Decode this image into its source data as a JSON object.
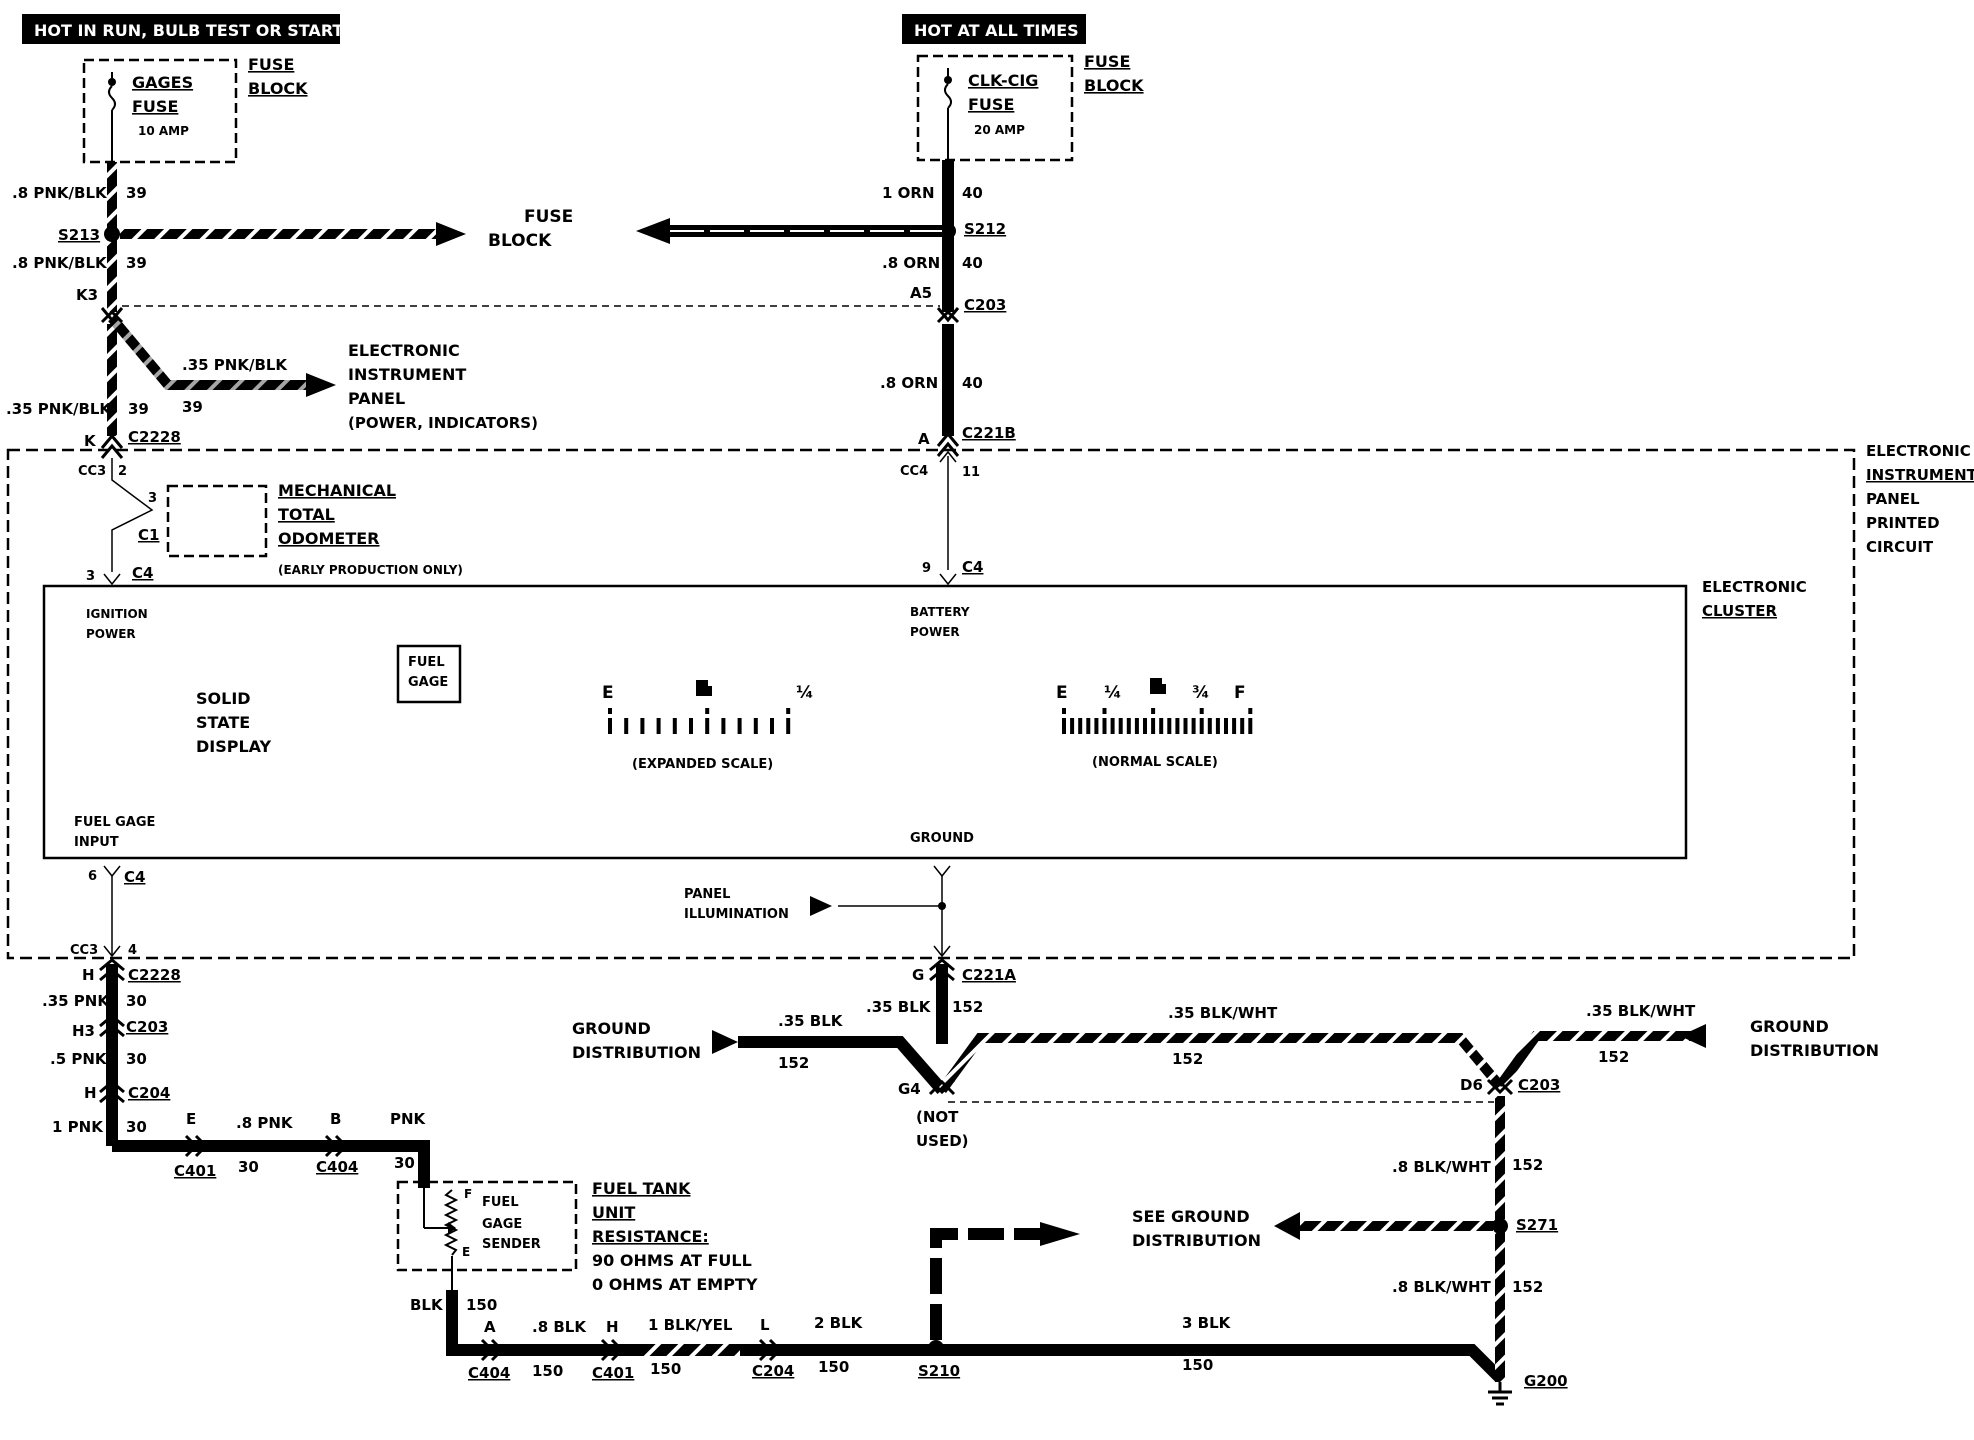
{
  "banners": {
    "left": "HOT IN RUN, BULB TEST OR START",
    "right": "HOT AT ALL TIMES"
  },
  "fuses": {
    "gages": {
      "name1": "GAGES",
      "name2": "FUSE",
      "rating": "10 AMP",
      "block1": "FUSE",
      "block2": "BLOCK"
    },
    "clkcig": {
      "name1": "CLK-CIG",
      "name2": "FUSE",
      "rating": "20 AMP",
      "block1": "FUSE",
      "block2": "BLOCK"
    }
  },
  "splices": {
    "s213": "S213",
    "s212": "S212",
    "s271": "S271",
    "s210": "S210"
  },
  "connectors": {
    "c203": "C203",
    "c2228": "C2228",
    "c221b": "C221B",
    "c221a": "C221A",
    "c204": "C204",
    "c401": "C401",
    "c404": "C404",
    "c4": "C4",
    "c1": "C1"
  },
  "pins": {
    "k3": "K3",
    "a5": "A5",
    "k": "K",
    "a": "A",
    "cc3": "CC3",
    "cc4": "CC4",
    "p2": "2",
    "p3": "3",
    "p9": "9",
    "p11": "11",
    "p6": "6",
    "p4": "4",
    "h": "H",
    "h3": "H3",
    "g": "G",
    "g4": "G4",
    "d6": "D6",
    "e": "E",
    "b": "B",
    "ha": "H",
    "l": "L",
    "aa": "A",
    "ftf": "F",
    "fte": "E"
  },
  "wires": {
    "pnkblk8": ".8 PNK/BLK",
    "pnkblk35": ".35 PNK/BLK",
    "c39": "39",
    "orn1": "1 ORN",
    "orn8": ".8 ORN",
    "c40": "40",
    "pnk35": ".35 PNK",
    "pnk5": ".5 PNK",
    "pnk1": "1 PNK",
    "pnk8": ".8 PNK",
    "pnk": "PNK",
    "c30": "30",
    "blk35a": ".35 BLK",
    "blk35b": ".35  BLK",
    "blkwht35": ".35 BLK/WHT",
    "c152": "152",
    "blkwht8": ".8 BLK/WHT",
    "blk": "BLK",
    "blk8": ".8 BLK",
    "blkyel1": "1 BLK/YEL",
    "blk2": "2 BLK",
    "blk3": "3 BLK",
    "c150": "150"
  },
  "labels": {
    "fuseBlock1": "FUSE",
    "fuseBlock2": "BLOCK",
    "eip1": "ELECTRONIC",
    "eip2": "INSTRUMENT",
    "eip3": "PANEL",
    "eip4": "(POWER, INDICATORS)",
    "mto1": "MECHANICAL",
    "mto2": "TOTAL",
    "mto3": "ODOMETER",
    "mto4": "(EARLY PRODUCTION ONLY)",
    "pc1": "ELECTRONIC",
    "pc2": "INSTRUMENT",
    "pc3": "PANEL",
    "pc4": "PRINTED",
    "pc5": "CIRCUIT",
    "ec1": "ELECTRONIC",
    "ec2": "CLUSTER",
    "ign1": "IGNITION",
    "ign2": "POWER",
    "bat1": "BATTERY",
    "bat2": "POWER",
    "fg1": "FUEL",
    "fg2": "GAGE",
    "ssd1": "SOLID",
    "ssd2": "STATE",
    "ssd3": "DISPLAY",
    "expE": "E",
    "expQ": "¼",
    "expScale": "(EXPANDED SCALE)",
    "nE": "E",
    "nQ": "¼",
    "n3Q": "¾",
    "nF": "F",
    "nScale": "(NORMAL SCALE)",
    "fgi1": "FUEL GAGE",
    "fgi2": "INPUT",
    "gnd": "GROUND",
    "pi1": "PANEL",
    "pi2": "ILLUMINATION",
    "gd1": "GROUND",
    "gd2": "DISTRIBUTION",
    "gd3": "GROUND",
    "gd4": "DISTRIBUTION",
    "nu1": "(NOT",
    "nu2": "USED)",
    "sgd1": "SEE GROUND",
    "sgd2": "DISTRIBUTION",
    "fts1": "FUEL",
    "fts2": "GAGE",
    "fts3": "SENDER",
    "ftr1": "FUEL TANK",
    "ftr2": "UNIT",
    "ftr3": "RESISTANCE:",
    "ftr4": "90 OHMS AT FULL",
    "ftr5": "0 OHMS AT EMPTY",
    "g200": "G200"
  }
}
